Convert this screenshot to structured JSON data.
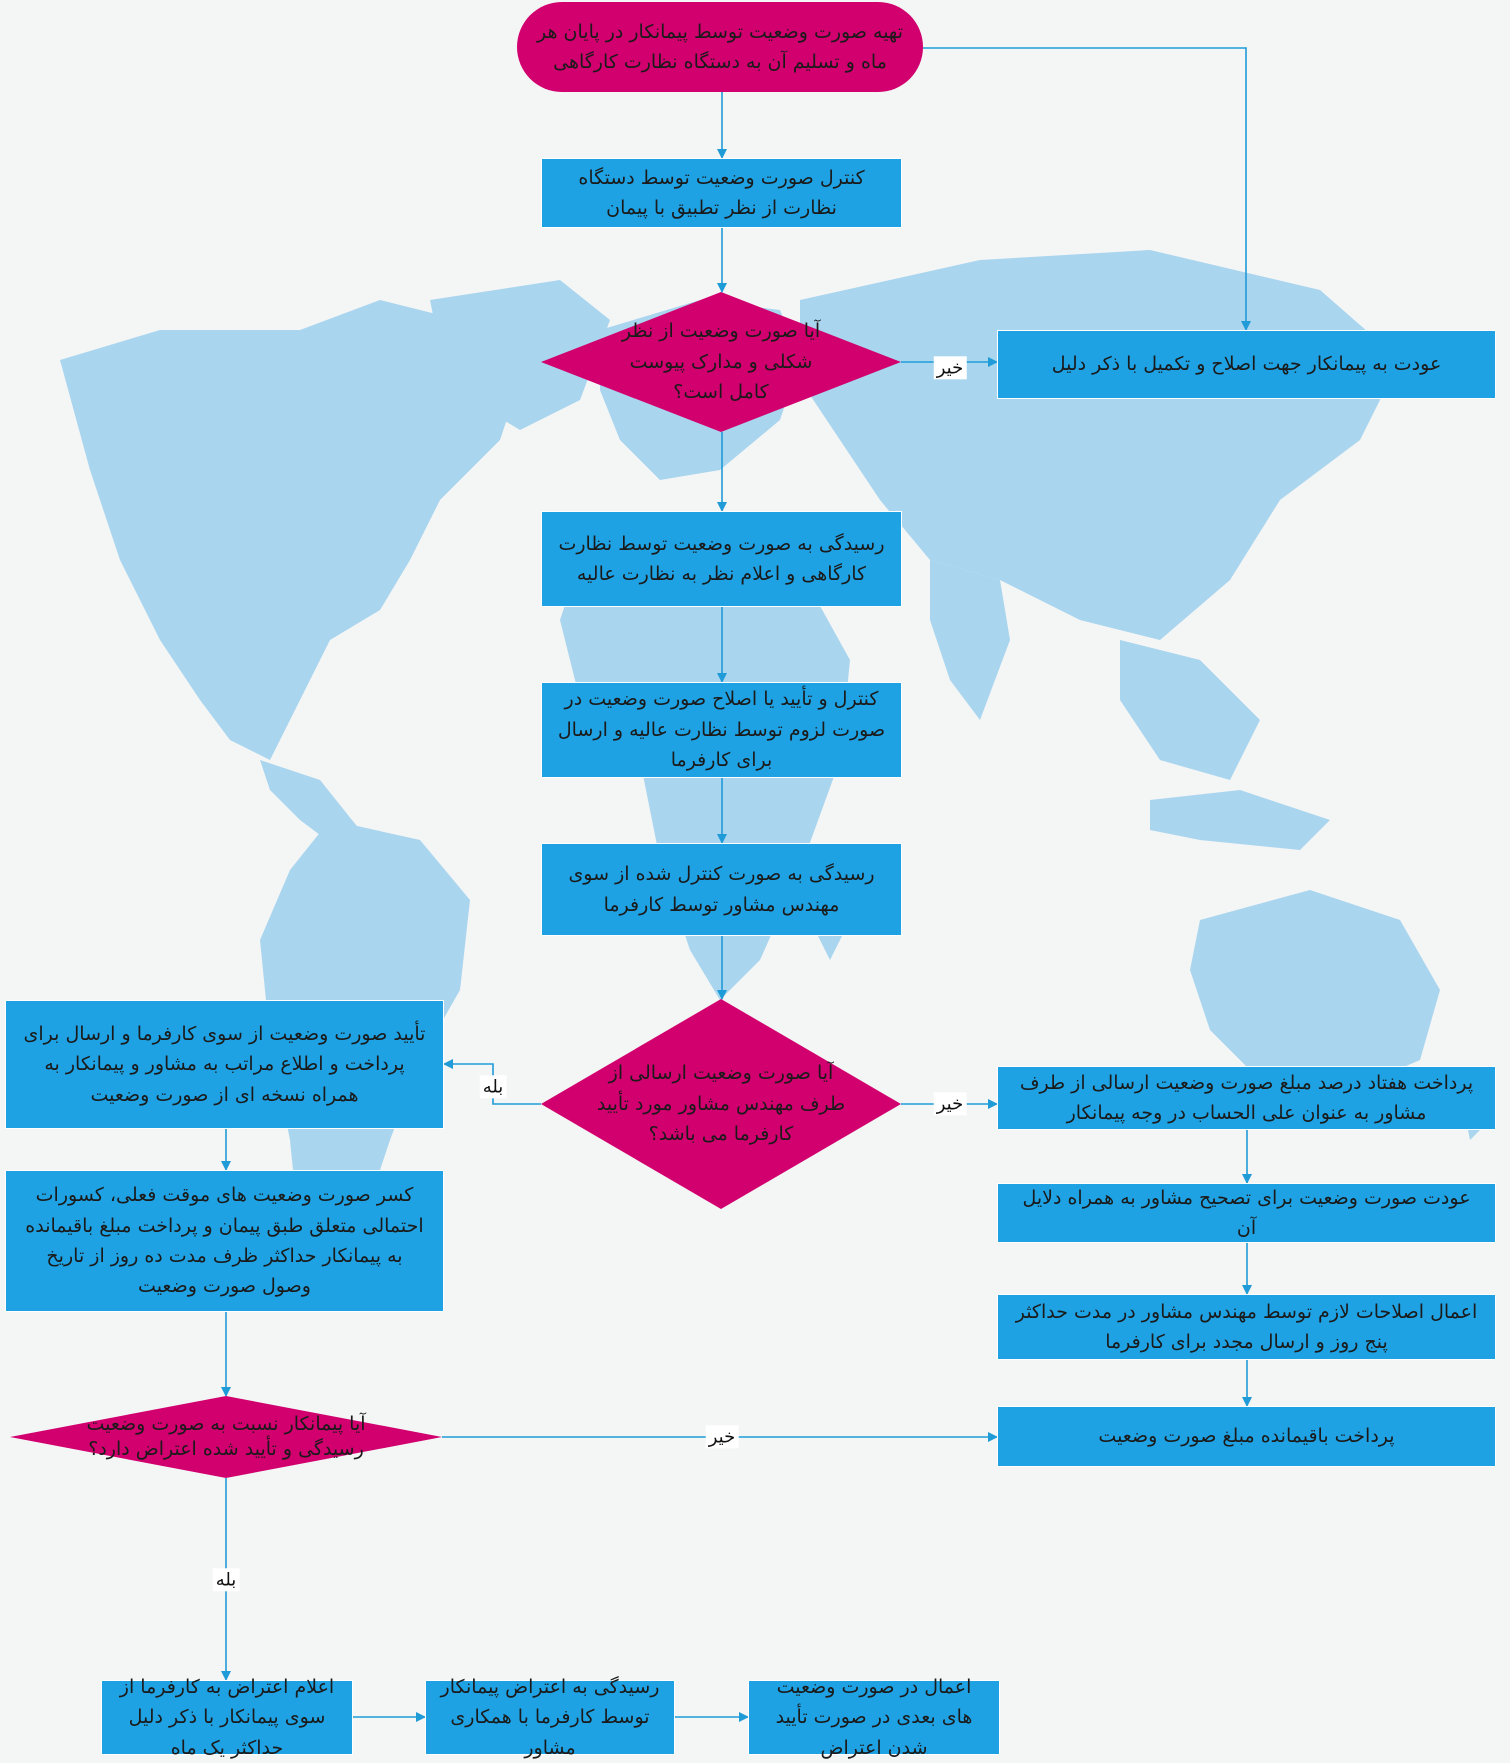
{
  "colors": {
    "process": "#1fa2e3",
    "decision": "#d1006e",
    "connector": "#1f9bd8",
    "map": "#a9d5ef",
    "background": "#f4f5f5"
  },
  "nodes": {
    "start": "تهیه صورت وضعیت توسط پیمانکار در پایان هر ماه و تسلیم آن به دستگاه نظارت کارگاهی",
    "control_by_supervision": "کنترل صورت وضعیت توسط دستگاه نظارت از نظر تطبیق با پیمان",
    "decision_complete": "آیا صورت وضعیت از نظر شکلی و مدارک پیوست کامل است؟",
    "return_to_contractor": "عودت به پیمانکار جهت اصلاح و تکمیل با ذکر دلیل",
    "site_review": "رسیدگی به صورت وضعیت توسط نظارت کارگاهی و اعلام نظر به نظارت عالیه",
    "high_supervision_approval": "کنترل و تأیید یا اصلاح صورت وضعیت در صورت لزوم توسط نظارت عالیه و ارسال برای کارفرما",
    "employer_review": "رسیدگی به صورت کنترل شده از سوی مهندس مشاور توسط کارفرما",
    "decision_employer_approved": "آیا صورت وضعیت ارسالی از طرف مهندس مشاور مورد تأیید کارفرما می باشد؟",
    "employer_confirm": "تأیید صورت وضعیت از سوی کارفرما و ارسال برای پرداخت و اطلاع مراتب به مشاور و پیمانکار به همراه نسخه ای از صورت وضعیت",
    "pay_seventy": "پرداخت هفتاد درصد مبلغ صورت وضعیت ارسالی از طرف مشاور به عنوان علی الحساب در وجه پیمانکار",
    "deduct_and_pay": "کسر صورت وضعیت های موقت فعلی، کسورات احتمالی متعلق طبق پیمان و پرداخت مبلغ باقیمانده به پیمانکار حداکثر ظرف مدت ده روز از تاریخ وصول صورت وضعیت",
    "return_for_correction": "عودت صورت وضعیت برای تصحیح مشاور به همراه دلایل آن",
    "apply_corrections": "اعمال اصلاحات لازم توسط مهندس مشاور در مدت حداکثر پنج روز و ارسال مجدد برای کارفرما",
    "decision_objection": "آیا پیمانکار نسبت به صورت وضعیت رسیدگی و تأیید شده اعتراض دارد؟",
    "pay_remaining": "پرداخت باقیمانده مبلغ صورت وضعیت",
    "announce_objection": "اعلام اعتراض به کارفرما از سوی پیمانکار با ذکر دلیل حداکثر یک ماه",
    "review_objection": "رسیدگی به اعتراض پیمانکار توسط کارفرما با همکاری مشاور",
    "apply_next": "اعمال در صورت وضعیت های بعدی در صورت تأیید شدن اعتراض"
  },
  "edge_labels": {
    "no_complete": "خیر",
    "yes_employer": "بله",
    "no_employer": "خیر",
    "no_objection": "خیر",
    "yes_objection": "بله"
  }
}
